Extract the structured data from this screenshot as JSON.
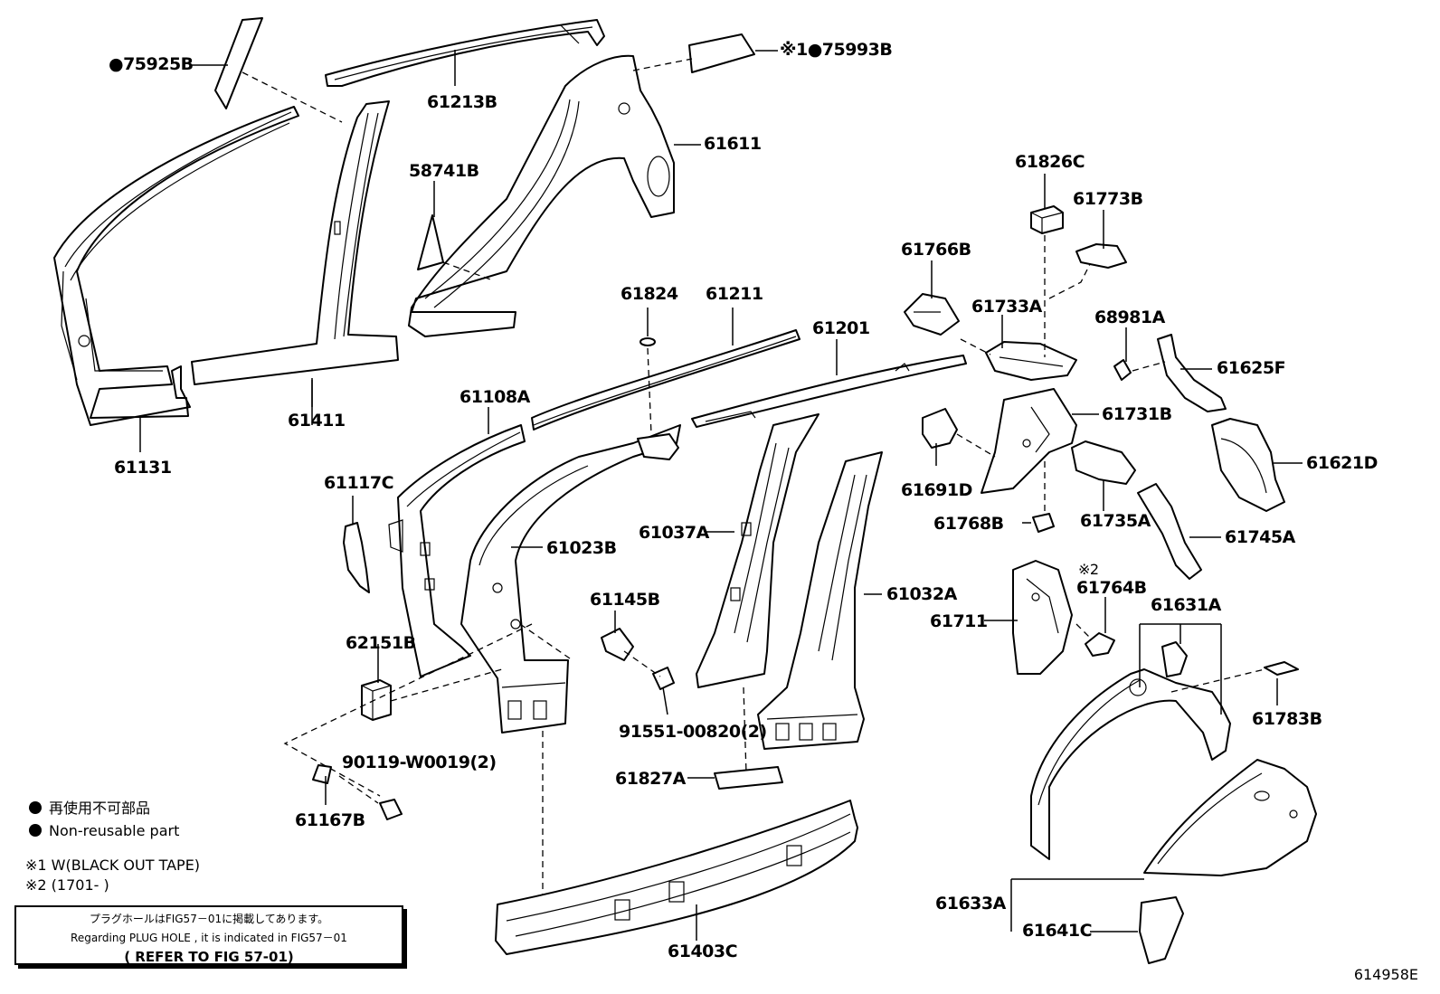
{
  "labels": {
    "p75925B": "●75925B",
    "p61213B": "61213B",
    "p75993B": "※1●75993B",
    "p61611": "61611",
    "p58741B": "58741B",
    "p61826C": "61826C",
    "p61773B": "61773B",
    "p61766B": "61766B",
    "p61733A": "61733A",
    "p68981A": "68981A",
    "p61625F": "61625F",
    "p61131": "61131",
    "p61411": "61411",
    "p61824": "61824",
    "p61211": "61211",
    "p61201": "61201",
    "p61108A": "61108A",
    "p61731B": "61731B",
    "p61117C": "61117C",
    "p61023B": "61023B",
    "p61037A": "61037A",
    "p61691D": "61691D",
    "p61621D": "61621D",
    "p61768B": "61768B",
    "p61735A": "61735A",
    "p61745A": "61745A",
    "p61145B": "61145B",
    "p61032A": "61032A",
    "p61764B_note": "※2",
    "p61764B": "61764B",
    "p61631A": "61631A",
    "p61711": "61711",
    "p62151B": "62151B",
    "p91551": "91551-00820(2)",
    "p61783B": "61783B",
    "p90119": "90119-W0019(2)",
    "p61827A": "61827A",
    "p61167B": "61167B",
    "p61633A": "61633A",
    "p61641C": "61641C",
    "p61403C": "61403C"
  },
  "legend": {
    "jp": "再使用不可部品",
    "en": "Non-reusable part",
    "note1": "※1 W(BLACK OUT TAPE)",
    "note2": "※2 (1701-        )"
  },
  "notice": {
    "jp": "プラグホールはFIG57－01に掲載してあります。",
    "en": "Regarding PLUG HOLE , it is indicated in FIG57－01",
    "ref": "( REFER TO FIG 57-01)"
  },
  "figure_id": "614958E"
}
